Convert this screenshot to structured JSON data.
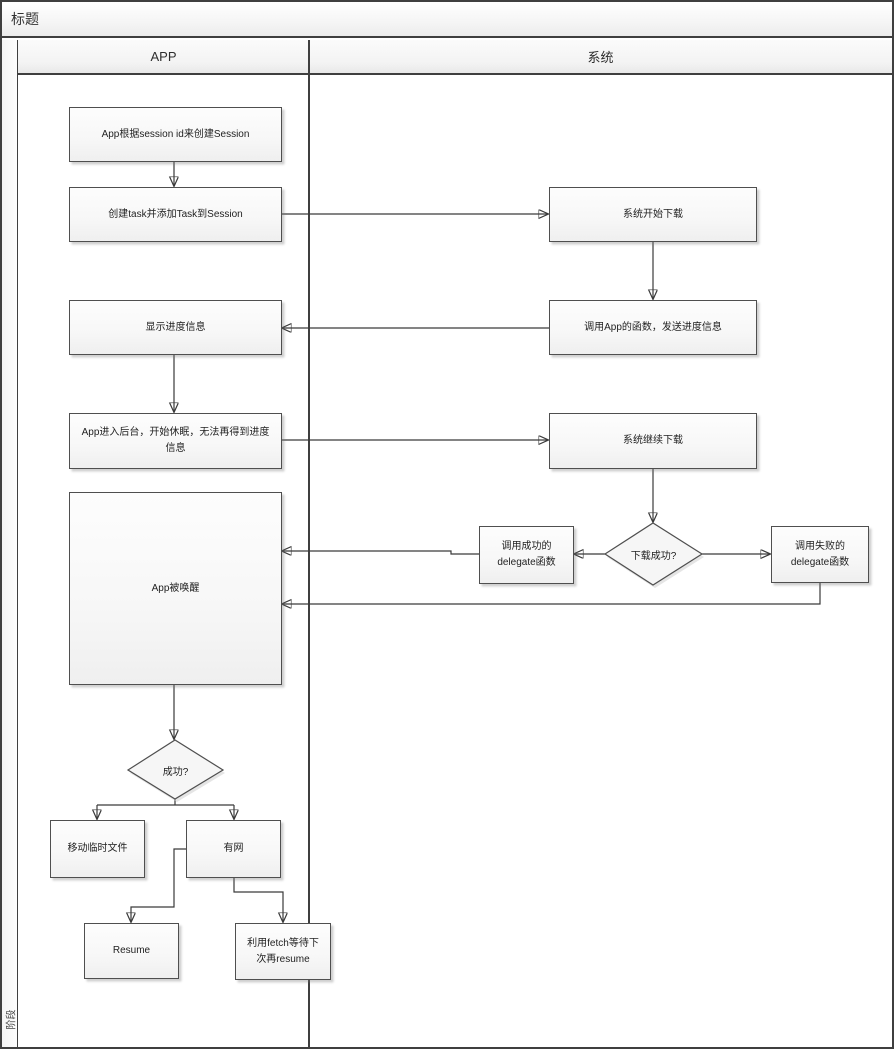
{
  "title": "标题",
  "lanes": {
    "app": "APP",
    "system": "系统"
  },
  "stage_label": "阶段",
  "colors": {
    "frame": "#3f3f3f",
    "line": "#3a3a3a",
    "node_border": "#4f4f4f"
  },
  "nodes": {
    "create_session": "App根据session id来创建Session",
    "create_task": "创建task并添加Task到Session",
    "show_progress": "显示进度信息",
    "enter_background": "App进入后台，开始休眠，无法再得到进度信息",
    "app_awakened": "App被唤醒",
    "move_temp_file": "移动临时文件",
    "has_network": "有网",
    "resume": "Resume",
    "fetch_wait": "利用fetch等待下次再resume",
    "system_start_download": "系统开始下载",
    "call_app_progress": "调用App的函数，发送进度信息",
    "system_continue_download": "系统继续下载",
    "call_success_delegate": "调用成功的delegate函数",
    "call_fail_delegate": "调用失败的delegate函数"
  },
  "decisions": {
    "download_success": "下载成功?",
    "success": "成功?"
  }
}
